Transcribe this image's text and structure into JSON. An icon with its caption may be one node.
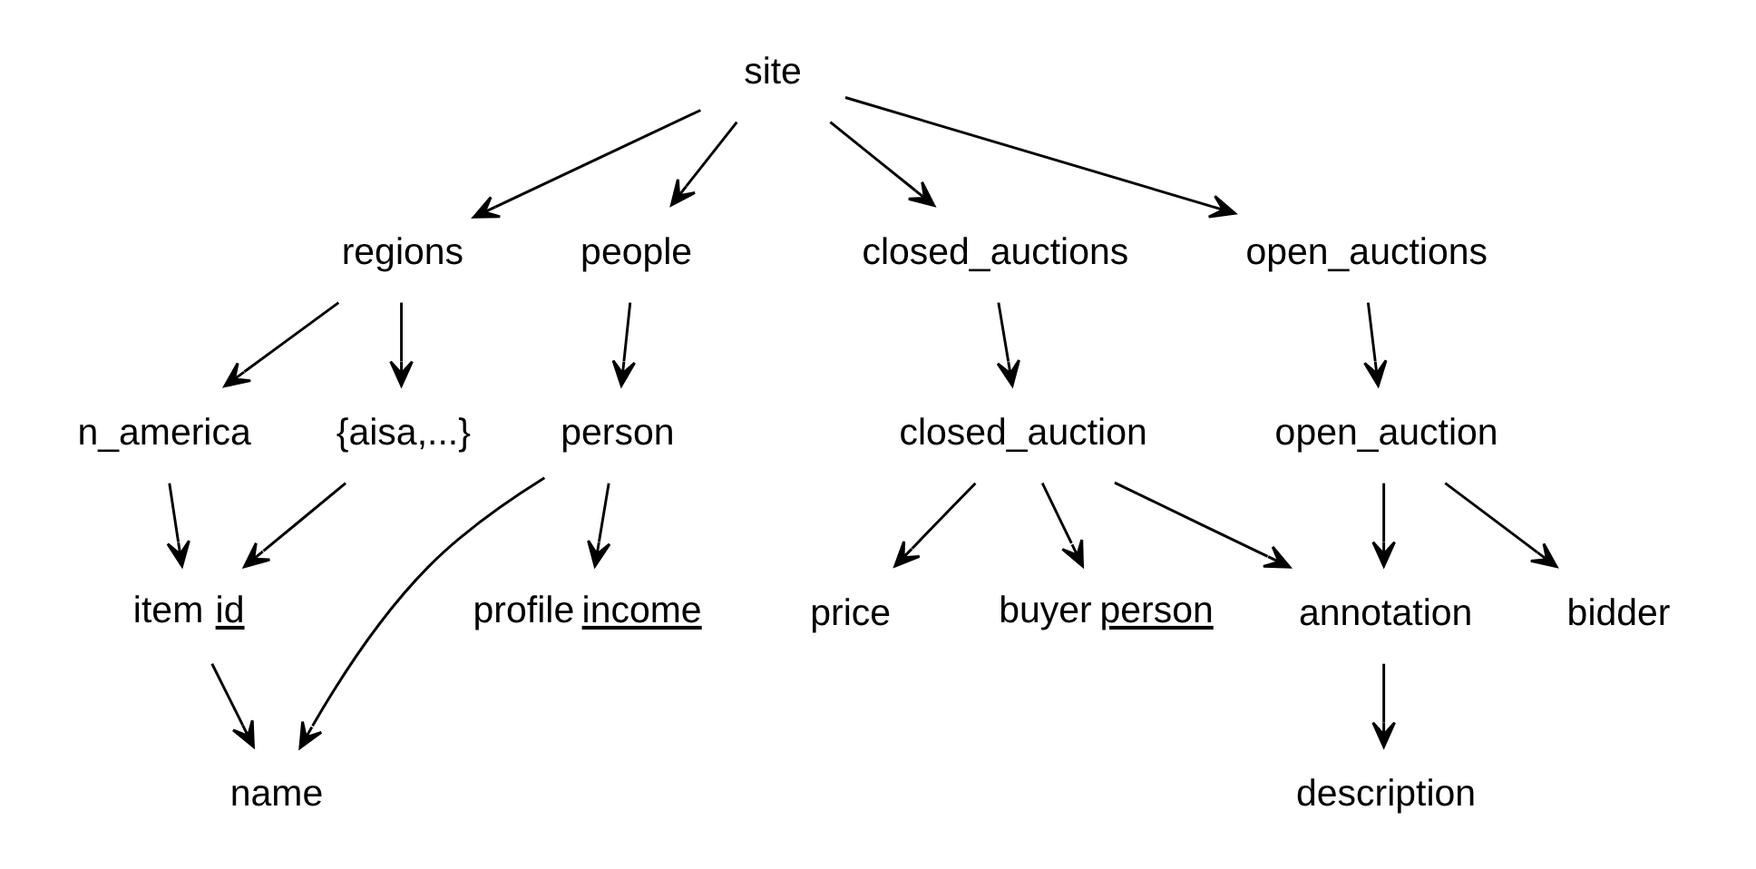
{
  "diagram": {
    "nodes": [
      {
        "text": [
          "site"
        ]
      },
      {
        "text": [
          "regions"
        ]
      },
      {
        "text": [
          "people"
        ]
      },
      {
        "text": [
          "closed_auctions"
        ]
      },
      {
        "text": [
          "open_auctions"
        ]
      },
      {
        "text": [
          "n_america"
        ]
      },
      {
        "text": [
          "{aisa,...}"
        ]
      },
      {
        "text": [
          "person"
        ]
      },
      {
        "text": [
          "closed_auction"
        ]
      },
      {
        "text": [
          "item id"
        ]
      },
      {
        "text": [
          "open_auction"
        ]
      },
      {
        "text": [
          "price"
        ]
      },
      {
        "text": [
          "name"
        ]
      },
      {
        "text": [
          "buyer person"
        ]
      },
      {
        "text": [
          "bidder"
        ]
      },
      {
        "text": [
          "annotation"
        ]
      },
      {
        "text": [
          "profile income"
        ]
      },
      {
        "text": [
          "description"
        ]
      }
    ],
    "edges": [
      {
        "from": 0,
        "to": 1,
        "arrow": "to"
      },
      {
        "from": 0,
        "to": 2,
        "arrow": "to"
      },
      {
        "from": 0,
        "to": 3,
        "arrow": "to"
      },
      {
        "from": 0,
        "to": 4,
        "arrow": "to"
      },
      {
        "from": 1,
        "to": 5,
        "arrow": "to"
      },
      {
        "from": 1,
        "to": 6,
        "arrow": "to"
      },
      {
        "from": 2,
        "to": 7,
        "arrow": "to"
      },
      {
        "from": 3,
        "to": 8,
        "arrow": "to"
      },
      {
        "from": 4,
        "to": 10,
        "arrow": "to"
      },
      {
        "from": 5,
        "to": 9,
        "arrow": "to"
      },
      {
        "from": 6,
        "to": 9,
        "arrow": "to"
      },
      {
        "from": 7,
        "to": 12,
        "arrow": "to"
      },
      {
        "from": 7,
        "to": 16,
        "arrow": "to"
      },
      {
        "from": 9,
        "to": 12,
        "arrow": "to"
      },
      {
        "from": 8,
        "to": 13,
        "arrow": "to"
      },
      {
        "from": 8,
        "to": 15,
        "arrow": "to"
      },
      {
        "from": 8,
        "to": 11,
        "arrow": "to"
      },
      {
        "from": 10,
        "to": 15,
        "arrow": "to"
      },
      {
        "from": 10,
        "to": 14,
        "arrow": "to"
      },
      {
        "from": 15,
        "to": 17,
        "arrow": "to"
      }
    ]
  }
}
